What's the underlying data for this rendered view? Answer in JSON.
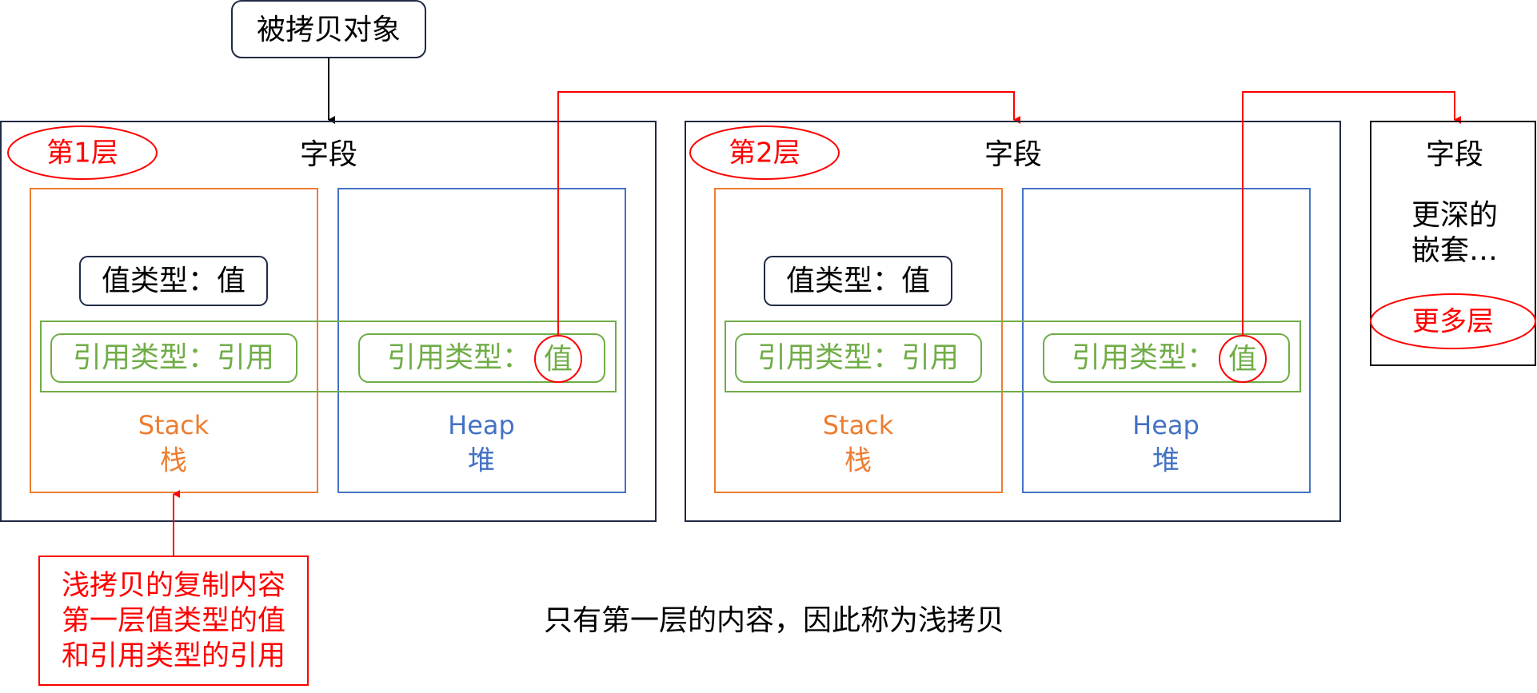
{
  "copied_object": "被拷贝对象",
  "layer1": {
    "label": "第1层",
    "field": "字段",
    "value_type": "值类型：值",
    "ref_stack": "引用类型：引用",
    "ref_heap_prefix": "引用类型：",
    "ref_heap_value": "值",
    "stack_en": "Stack",
    "stack_cn": "栈",
    "heap_en": "Heap",
    "heap_cn": "堆"
  },
  "layer2": {
    "label": "第2层",
    "field": "字段",
    "value_type": "值类型：值",
    "ref_stack": "引用类型：引用",
    "ref_heap_prefix": "引用类型：",
    "ref_heap_value": "值",
    "stack_en": "Stack",
    "stack_cn": "栈",
    "heap_en": "Heap",
    "heap_cn": "堆"
  },
  "layer3": {
    "field": "字段",
    "deeper_line1": "更深的",
    "deeper_line2": "嵌套…",
    "more_layers": "更多层"
  },
  "note": {
    "line1": "浅拷贝的复制内容",
    "line2": "第一层值类型的值",
    "line3": "和引用类型的引用"
  },
  "caption": "只有第一层的内容，因此称为浅拷贝",
  "colors": {
    "navy": "#1f2a44",
    "red": "#ff0000",
    "orange": "#ed7d31",
    "blue": "#4472c4",
    "green": "#70ad47"
  }
}
